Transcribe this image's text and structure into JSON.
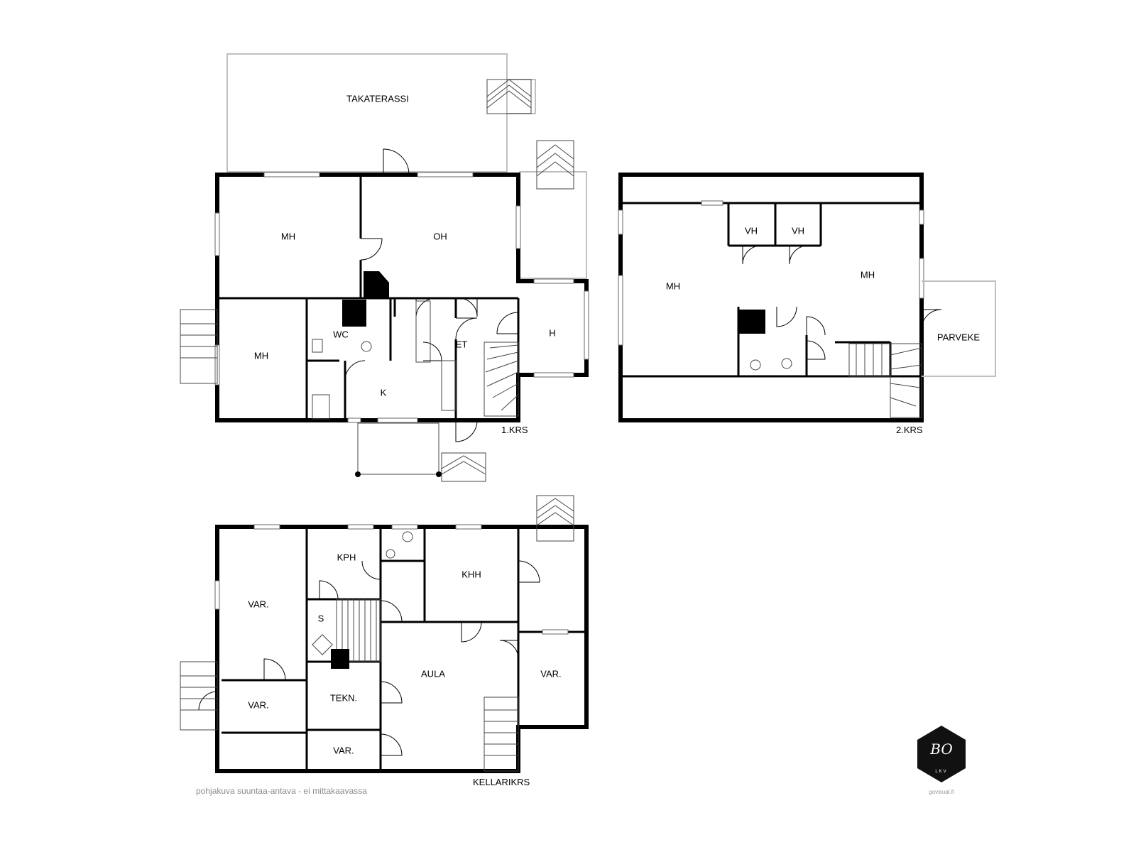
{
  "floors": {
    "first": {
      "name": "1.KRS",
      "rooms": [
        "TAKATERASSI",
        "MH",
        "OH",
        "MH",
        "WC",
        "K",
        "ET",
        "H"
      ]
    },
    "second": {
      "name": "2.KRS",
      "rooms": [
        "MH",
        "VH",
        "VH",
        "MH",
        "PARVEKE"
      ]
    },
    "basement": {
      "name": "KELLARIKRS",
      "rooms": [
        "VAR.",
        "KPH",
        "KHH",
        "S",
        "VAR.",
        "TEKN.",
        "AULA",
        "VAR.",
        "VAR."
      ]
    }
  },
  "note": "pohjakuva suuntaa-antava - ei mittakaavassa",
  "logo": {
    "mark": "BO",
    "sub": "LKV",
    "url": "govisual.fi"
  },
  "colors": {
    "wall": "#000000",
    "outline": "#bfbfbf",
    "note": "#8c8c8c"
  }
}
